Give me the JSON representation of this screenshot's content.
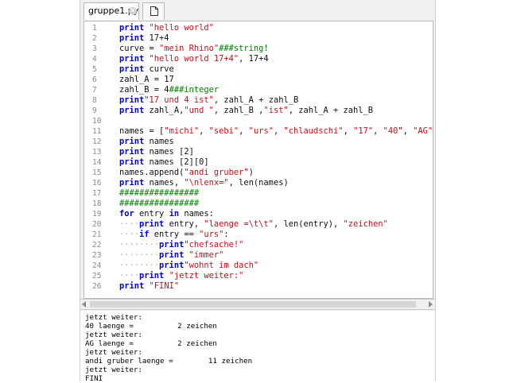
{
  "tabs": [
    {
      "label": "gruppe1.py",
      "active": true
    },
    {
      "label": "",
      "icon": "new-document-icon"
    }
  ],
  "editor": {
    "lines": [
      {
        "n": "1",
        "segs": [
          [
            "kw",
            "print"
          ],
          [
            "t",
            " "
          ],
          [
            "st",
            "\"hello world\""
          ]
        ]
      },
      {
        "n": "2",
        "segs": [
          [
            "kw",
            "print"
          ],
          [
            "t",
            " 17+4"
          ]
        ]
      },
      {
        "n": "3",
        "segs": [
          [
            "t",
            "curve = "
          ],
          [
            "st",
            "\"mein Rhino\""
          ],
          [
            "cm",
            "###string!"
          ]
        ]
      },
      {
        "n": "4",
        "segs": [
          [
            "kw",
            "print"
          ],
          [
            "t",
            " "
          ],
          [
            "st",
            "\"hello world 17+4\""
          ],
          [
            "t",
            ", 17+4"
          ]
        ]
      },
      {
        "n": "5",
        "segs": [
          [
            "kw",
            "print"
          ],
          [
            "t",
            " curve"
          ]
        ]
      },
      {
        "n": "6",
        "segs": [
          [
            "t",
            "zahl_A = 17"
          ]
        ]
      },
      {
        "n": "7",
        "segs": [
          [
            "t",
            "zahl_B = 4"
          ],
          [
            "cm",
            "###integer"
          ]
        ]
      },
      {
        "n": "8",
        "segs": [
          [
            "kw",
            "print"
          ],
          [
            "st",
            "\"17 und 4 ist\""
          ],
          [
            "t",
            ", zahl_A + zahl_B"
          ]
        ]
      },
      {
        "n": "9",
        "segs": [
          [
            "kw",
            "print"
          ],
          [
            "t",
            " zahl_A,"
          ],
          [
            "st",
            "\"und \""
          ],
          [
            "t",
            ", zahl_B ,"
          ],
          [
            "st",
            "\"ist\""
          ],
          [
            "t",
            ", zahl_A + zahl_B"
          ]
        ]
      },
      {
        "n": "10",
        "segs": []
      },
      {
        "n": "11",
        "segs": [
          [
            "t",
            "names = ["
          ],
          [
            "st",
            "\"michi\""
          ],
          [
            "t",
            ", "
          ],
          [
            "st",
            "\"sebi\""
          ],
          [
            "t",
            ", "
          ],
          [
            "st",
            "\"urs\""
          ],
          [
            "t",
            ", "
          ],
          [
            "st",
            "\"chlaudschi\""
          ],
          [
            "t",
            ", "
          ],
          [
            "st",
            "\"17\""
          ],
          [
            "t",
            ", "
          ],
          [
            "st",
            "\"40\""
          ],
          [
            "t",
            ", "
          ],
          [
            "st",
            "\"AG\""
          ],
          [
            "t",
            "]"
          ]
        ]
      },
      {
        "n": "12",
        "segs": [
          [
            "kw",
            "print"
          ],
          [
            "t",
            " names"
          ]
        ]
      },
      {
        "n": "13",
        "segs": [
          [
            "kw",
            "print"
          ],
          [
            "t",
            " names [2]"
          ]
        ]
      },
      {
        "n": "14",
        "segs": [
          [
            "kw",
            "print"
          ],
          [
            "t",
            " names [2][0]"
          ]
        ]
      },
      {
        "n": "15",
        "segs": [
          [
            "t",
            "names.append("
          ],
          [
            "st",
            "\"andi gruber\""
          ],
          [
            "t",
            ")"
          ]
        ]
      },
      {
        "n": "16",
        "segs": [
          [
            "kw",
            "print"
          ],
          [
            "t",
            " names, "
          ],
          [
            "st",
            "\"\\nlenx=\""
          ],
          [
            "t",
            ", len(names)"
          ]
        ]
      },
      {
        "n": "17",
        "segs": [
          [
            "cm",
            "################"
          ]
        ]
      },
      {
        "n": "18",
        "segs": [
          [
            "cm",
            "################"
          ]
        ]
      },
      {
        "n": "19",
        "segs": [
          [
            "kw",
            "for"
          ],
          [
            "t",
            " entry "
          ],
          [
            "kw",
            "in"
          ],
          [
            "t",
            " names:"
          ]
        ]
      },
      {
        "n": "20",
        "segs": [
          [
            "ws",
            "····"
          ],
          [
            "kw",
            "print"
          ],
          [
            "t",
            " entry, "
          ],
          [
            "st",
            "\"laenge =\\t\\t\""
          ],
          [
            "t",
            ", len(entry), "
          ],
          [
            "st",
            "\"zeichen\""
          ]
        ]
      },
      {
        "n": "21",
        "segs": [
          [
            "ws",
            "····"
          ],
          [
            "kw",
            "if"
          ],
          [
            "t",
            " entry == "
          ],
          [
            "st",
            "\"urs\""
          ],
          [
            "t",
            ":"
          ]
        ]
      },
      {
        "n": "22",
        "segs": [
          [
            "ws",
            "········"
          ],
          [
            "kw",
            "print"
          ],
          [
            "st",
            "\"chefsache!\""
          ]
        ]
      },
      {
        "n": "23",
        "segs": [
          [
            "ws",
            "········"
          ],
          [
            "kw",
            "print"
          ],
          [
            "t",
            " "
          ],
          [
            "st",
            "\"immer\""
          ]
        ]
      },
      {
        "n": "24",
        "segs": [
          [
            "ws",
            "········"
          ],
          [
            "kw",
            "print"
          ],
          [
            "st",
            "\"wohnt im dach\""
          ]
        ]
      },
      {
        "n": "25",
        "segs": [
          [
            "ws",
            "····"
          ],
          [
            "kw",
            "print"
          ],
          [
            "t",
            " "
          ],
          [
            "st",
            "\"jetzt weiter:\""
          ]
        ]
      },
      {
        "n": "26",
        "segs": [
          [
            "kw",
            "print"
          ],
          [
            "t",
            " "
          ],
          [
            "st",
            "\"FINI\""
          ]
        ]
      }
    ]
  },
  "output": {
    "lines": [
      "jetzt weiter:",
      "40 laenge =          2 zeichen",
      "jetzt weiter:",
      "AG laenge =          2 zeichen",
      "jetzt weiter:",
      "andi gruber laenge =        11 zeichen",
      "jetzt weiter:",
      "FINI"
    ]
  },
  "colors": {
    "keyword": "#0000d4",
    "string": "#c3101a",
    "comment": "#008000"
  }
}
